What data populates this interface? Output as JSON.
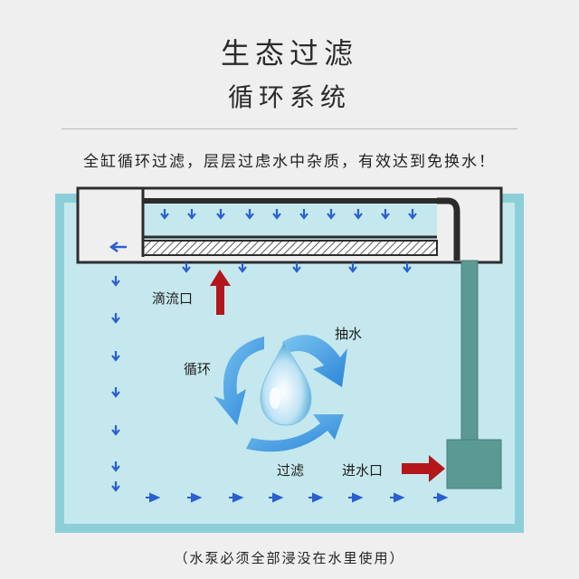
{
  "header": {
    "title_line1": "生态过滤",
    "title_line2": "循环系统",
    "subtitle": "全缸循环过滤，层层过虑水中杂质，有效达到免换水！"
  },
  "labels": {
    "drip_outlet": "滴流口",
    "pump_in": "抽水",
    "circulate": "循环",
    "filter": "过滤",
    "water_inlet": "进水口"
  },
  "footer": "（水泵必须全部浸没在水里使用）",
  "colors": {
    "water": "#c5e8ee",
    "tank_border": "#8ccfd9",
    "flow_arrow": "#2a5fcf",
    "red_arrow": "#b3161b",
    "pump": "#5b9a93",
    "cycle_arrow": "#3a9ce0"
  }
}
